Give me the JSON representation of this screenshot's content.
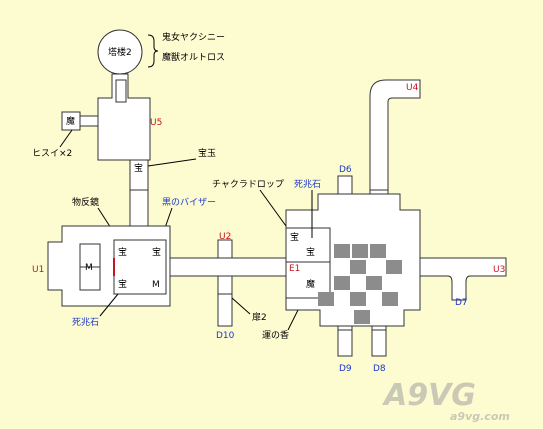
{
  "rooms": {
    "top_room": "塔楼2",
    "left_room_labels": [
      "宝",
      "宝",
      "宝",
      "M",
      "M"
    ],
    "left_side_room": "M"
  },
  "labels": {
    "mage_top": "魔",
    "u5": "U5",
    "u4": "U4",
    "u3": "U3",
    "u2": "U2",
    "u1": "U1",
    "d6": "D6",
    "d7": "D7",
    "d8": "D8",
    "d9": "D9",
    "d10": "D10",
    "e1": "E1",
    "treasure_mid": "宝",
    "treasure_right1": "宝",
    "treasure_right2": "宝",
    "mage_right": "魔"
  },
  "annotations": {
    "boss_line1": "鬼女ヤクシニー",
    "boss_line2": "魔獣オルトロス",
    "hisui": "ヒスイ×2",
    "gem": "宝玉",
    "chakra": "チャクラドロップ",
    "death_stone_top": "死兆石",
    "item_chain": "物反鏡",
    "black_visor": "黒のバイザー",
    "death_stone_left": "死兆石",
    "key2": "扉2",
    "luck_incense": "運の香"
  },
  "watermark": {
    "logo": "A9VG",
    "url": "a9vg.com"
  },
  "colors": {
    "background": "#fdfbd0",
    "blue_text": "#1a37c8",
    "red_text": "#c8141e",
    "gray_block": "#8c8c8c"
  }
}
